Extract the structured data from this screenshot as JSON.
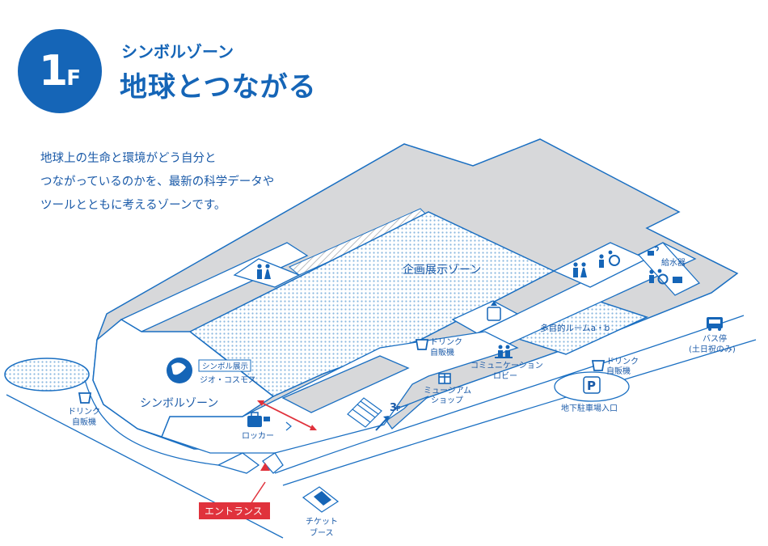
{
  "header": {
    "floor_number": "1",
    "floor_unit": "F",
    "zone_subtitle": "シンボルゾーン",
    "zone_title": "地球とつながる"
  },
  "description": {
    "lines": [
      "地球上の生命と環境がどう自分と",
      "つながっているのかを、最新の科学データや",
      "ツールとともに考えるゾーンです。"
    ]
  },
  "map": {
    "special_exhibit_zone": "企画展示ゾーン",
    "multipurpose_room": "多目的ルームa・b",
    "symbol_zone": "シンボルゾーン",
    "symbol_exhibit_tag": "シンボル展示",
    "geo_cosmos": "ジオ・コスモス",
    "drink_vending_1_line1": "ドリンク",
    "drink_vending_1_line2": "自販機",
    "drink_vending_2_line1": "ドリンク",
    "drink_vending_2_line2": "自販機",
    "drink_vending_3_line1": "ドリンク",
    "drink_vending_3_line2": "自販機",
    "communication_lobby_line1": "コミュニケーション",
    "communication_lobby_line2": "ロビー",
    "museum_shop_line1": "ミュージアム",
    "museum_shop_line2": "ショップ",
    "locker": "ロッカー",
    "escalator_floor": "3",
    "escalator_unit": "F",
    "entrance": "エントランス",
    "ticket_booth_line1": "チケット",
    "ticket_booth_line2": "ブース",
    "parking_symbol": "P",
    "parking_entrance": "地下駐車場入口",
    "bus_stop_line1": "バス停",
    "bus_stop_line2": "(土日祝のみ)",
    "water_fountain": "給水器"
  },
  "colors": {
    "brand_blue": "#1565b7",
    "line_blue": "#1a6fc2",
    "wall_gray": "#d7d8da",
    "dot_blue": "#8ab8e0",
    "entrance_red": "#e0323c"
  }
}
